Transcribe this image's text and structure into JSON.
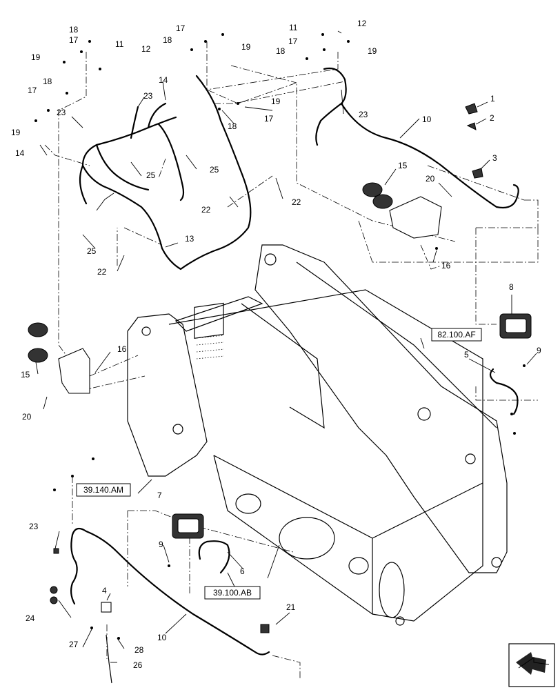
{
  "callouts": [
    {
      "id": "c1",
      "text": "1"
    },
    {
      "id": "c2",
      "text": "2"
    },
    {
      "id": "c3",
      "text": "3"
    },
    {
      "id": "c4",
      "text": "4"
    },
    {
      "id": "c5",
      "text": "5"
    },
    {
      "id": "c6",
      "text": "6"
    },
    {
      "id": "c7",
      "text": "7"
    },
    {
      "id": "c8",
      "text": "8"
    },
    {
      "id": "c9a",
      "text": "9"
    },
    {
      "id": "c9b",
      "text": "9"
    },
    {
      "id": "c10a",
      "text": "10"
    },
    {
      "id": "c10b",
      "text": "10"
    },
    {
      "id": "c11a",
      "text": "11"
    },
    {
      "id": "c11b",
      "text": "11"
    },
    {
      "id": "c12a",
      "text": "12"
    },
    {
      "id": "c12b",
      "text": "12"
    },
    {
      "id": "c13",
      "text": "13"
    },
    {
      "id": "c14a",
      "text": "14"
    },
    {
      "id": "c14b",
      "text": "14"
    },
    {
      "id": "c15a",
      "text": "15"
    },
    {
      "id": "c15b",
      "text": "15"
    },
    {
      "id": "c16a",
      "text": "16"
    },
    {
      "id": "c16b",
      "text": "16"
    },
    {
      "id": "c17a",
      "text": "17"
    },
    {
      "id": "c17b",
      "text": "17"
    },
    {
      "id": "c17c",
      "text": "17"
    },
    {
      "id": "c17d",
      "text": "17"
    },
    {
      "id": "c17e",
      "text": "17"
    },
    {
      "id": "c18a",
      "text": "18"
    },
    {
      "id": "c18b",
      "text": "18"
    },
    {
      "id": "c18c",
      "text": "18"
    },
    {
      "id": "c18d",
      "text": "18"
    },
    {
      "id": "c18e",
      "text": "18"
    },
    {
      "id": "c19a",
      "text": "19"
    },
    {
      "id": "c19b",
      "text": "19"
    },
    {
      "id": "c19c",
      "text": "19"
    },
    {
      "id": "c19d",
      "text": "19"
    },
    {
      "id": "c19e",
      "text": "19"
    },
    {
      "id": "c20a",
      "text": "20"
    },
    {
      "id": "c20b",
      "text": "20"
    },
    {
      "id": "c21",
      "text": "21"
    },
    {
      "id": "c22a",
      "text": "22"
    },
    {
      "id": "c22b",
      "text": "22"
    },
    {
      "id": "c22c",
      "text": "22"
    },
    {
      "id": "c23a",
      "text": "23"
    },
    {
      "id": "c23b",
      "text": "23"
    },
    {
      "id": "c23c",
      "text": "23"
    },
    {
      "id": "c23d",
      "text": "23"
    },
    {
      "id": "c24",
      "text": "24"
    },
    {
      "id": "c25a",
      "text": "25"
    },
    {
      "id": "c25b",
      "text": "25"
    },
    {
      "id": "c25c",
      "text": "25"
    },
    {
      "id": "c26",
      "text": "26"
    },
    {
      "id": "c27",
      "text": "27"
    },
    {
      "id": "c28",
      "text": "28"
    }
  ],
  "references": {
    "ref_82100AF": "82.100.AF",
    "ref_39140AM": "39.140.AM",
    "ref_39100AB": "39.100.AB"
  },
  "nav_icon": "next-page-arrow-icon"
}
